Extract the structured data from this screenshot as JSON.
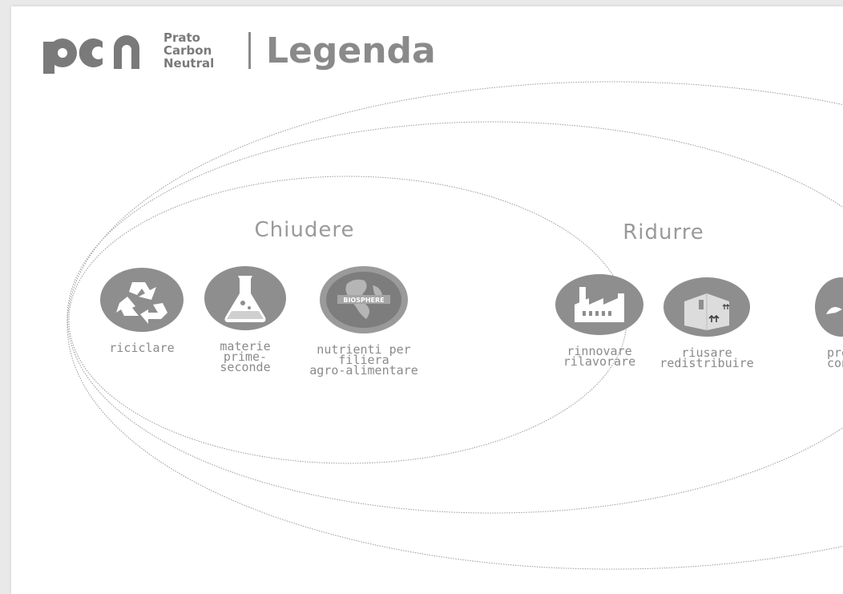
{
  "header": {
    "logo": {
      "mark": "pcn",
      "line1": "Prato",
      "line2": "Carbon",
      "line3": "Neutral"
    },
    "title": "Legenda"
  },
  "sections": {
    "chiudere": {
      "title": "Chiudere"
    },
    "ridurre": {
      "title": "Ridurre"
    }
  },
  "items": [
    {
      "icon": "recycle-icon",
      "label": "riciclare"
    },
    {
      "icon": "flask-icon",
      "label": "materie\nprime-\nseconde"
    },
    {
      "icon": "biosphere-globe-icon",
      "label": "nutrienti per\nfiliera\nagro-alimentare",
      "badge": "BIOSPHERE"
    },
    {
      "icon": "factory-icon",
      "label": "rinnovare\nrilavorare"
    },
    {
      "icon": "box-arrows-icon",
      "label": "riusare\nredistribuire"
    },
    {
      "icon": "share-hand-icon",
      "label": "prol\ncond"
    }
  ],
  "colors": {
    "icon_fill": "#8e8e8e",
    "text": "#8a8a8a",
    "outline": "#9a9a9a",
    "background": "#ffffff"
  }
}
